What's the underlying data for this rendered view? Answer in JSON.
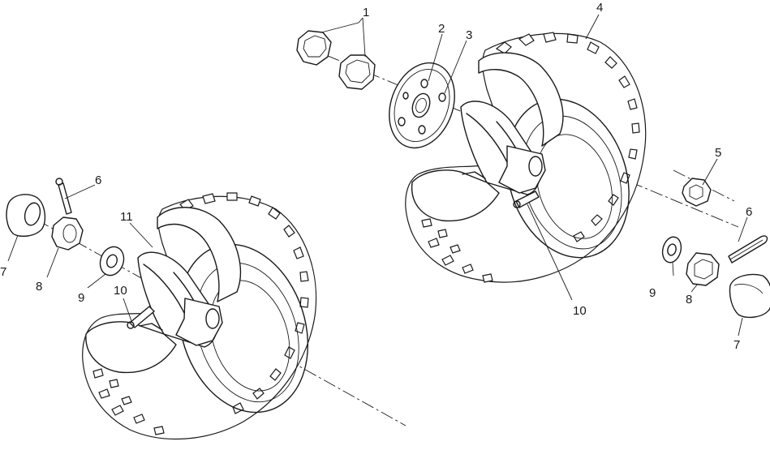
{
  "callouts": {
    "c1": "1",
    "c2": "2",
    "c3": "3",
    "c4": "4",
    "c5": "5",
    "c6_left": "6",
    "c6_right": "6",
    "c7_left": "7",
    "c7_right": "7",
    "c8_left": "8",
    "c8_right": "8",
    "c9_left": "9",
    "c9_right": "9",
    "c10_left": "10",
    "c10_right": "10",
    "c11": "11"
  }
}
